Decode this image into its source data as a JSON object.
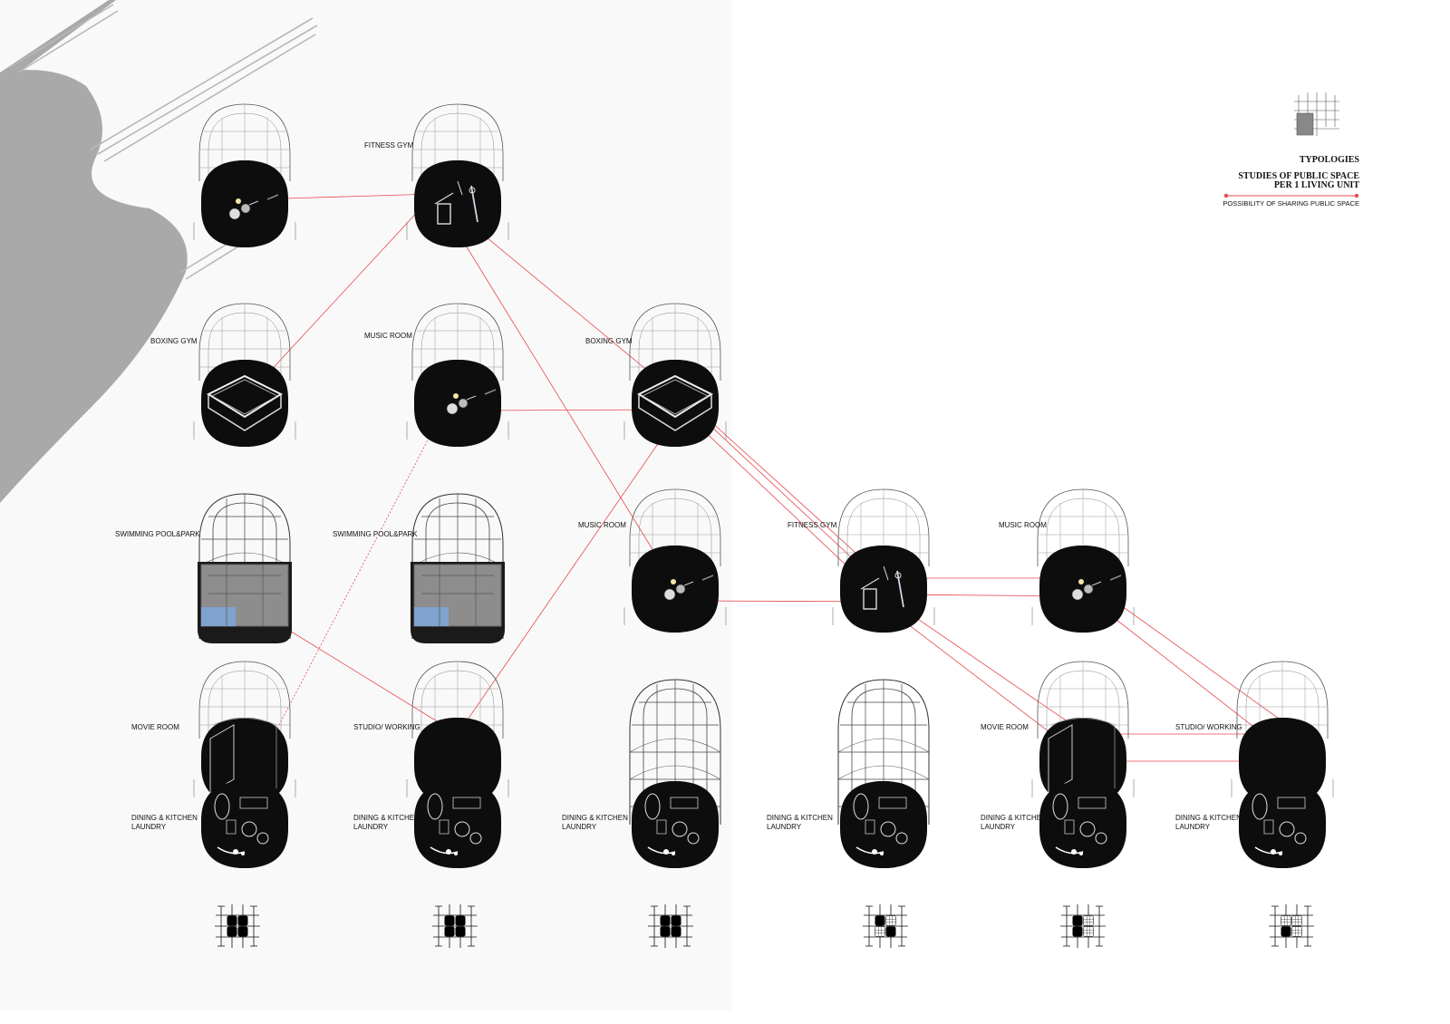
{
  "legend": {
    "title": "TYPOLOGIES",
    "subtitle_line1": "STUDIES OF PUBLIC SPACE",
    "subtitle_line2": "PER 1 LIVING UNIT",
    "line_label": "POSSIBILITY OF SHARING PUBLIC SPACE",
    "line_color": "#e8484e"
  },
  "columns": [
    {
      "id": "col1",
      "labels": [
        "BOXING GYM",
        "SWIMMING POOL&PARK",
        "MOVIE ROOM",
        "DINING & KITCHEN\nLAUNDRY"
      ]
    },
    {
      "id": "col2",
      "labels": [
        "FITNESS GYM",
        "MUSIC ROOM",
        "SWIMMING POOL&PARK",
        "STUDIO/ WORKING",
        "DINING & KITCHEN\nLAUNDRY"
      ]
    },
    {
      "id": "col3",
      "labels": [
        "BOXING GYM",
        "MUSIC ROOM",
        "DINING & KITCHEN\nLAUNDRY"
      ]
    },
    {
      "id": "col4",
      "labels": [
        "FITNESS GYM",
        "DINING & KITCHEN\nLAUNDRY"
      ]
    },
    {
      "id": "col5",
      "labels": [
        "MUSIC ROOM",
        "MOVIE ROOM",
        "DINING & KITCHEN\nLAUNDRY"
      ]
    },
    {
      "id": "col6",
      "labels": [
        "STUDIO/ WORKING",
        "DINING & KITCHEN\nLAUNDRY"
      ]
    }
  ],
  "icons": {
    "module": "cage-module-icon",
    "drum": "drum-kit-icon",
    "fitness": "fitness-equipment-icon",
    "ring": "boxing-ring-icon",
    "pool": "swimming-pool-icon",
    "screen": "movie-screen-icon",
    "kitchen": "kitchen-plan-icon",
    "plan": "unit-plan-icon",
    "brush": "brush-stroke"
  }
}
